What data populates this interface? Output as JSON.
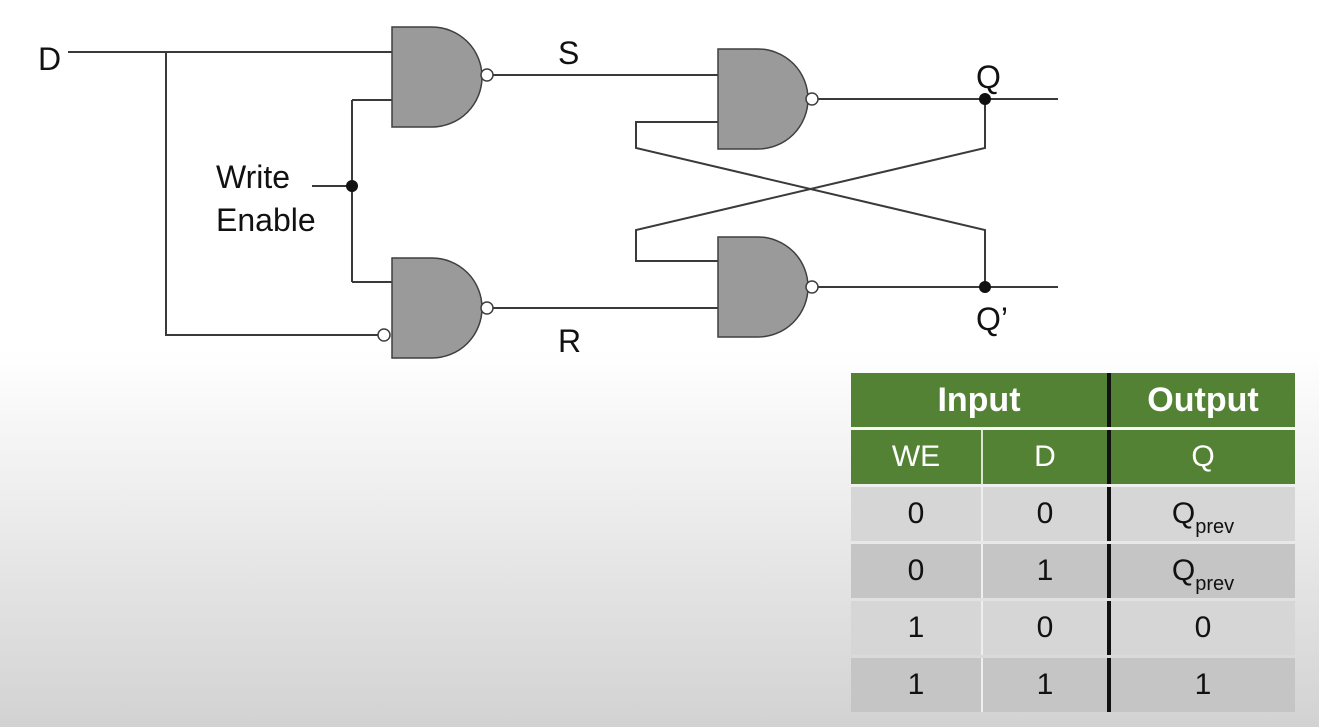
{
  "diagram": {
    "labels": {
      "d": "D",
      "write": "Write",
      "enable": "Enable",
      "s": "S",
      "r": "R",
      "q": "Q",
      "q_prime": "Q’"
    }
  },
  "truth_table": {
    "group_headers": {
      "input": "Input",
      "output": "Output"
    },
    "column_headers": {
      "we": "WE",
      "d": "D",
      "q": "Q"
    },
    "rows": [
      {
        "we": "0",
        "d": "0",
        "q": "Q",
        "q_sub": "prev"
      },
      {
        "we": "0",
        "d": "1",
        "q": "Q",
        "q_sub": "prev"
      },
      {
        "we": "1",
        "d": "0",
        "q": "0",
        "q_sub": ""
      },
      {
        "we": "1",
        "d": "1",
        "q": "1",
        "q_sub": ""
      }
    ]
  },
  "colors": {
    "header_green": "#548235",
    "gate_fill": "#9a9a9a",
    "row_light": "#d6d6d6",
    "row_dark": "#c5c5c5"
  }
}
